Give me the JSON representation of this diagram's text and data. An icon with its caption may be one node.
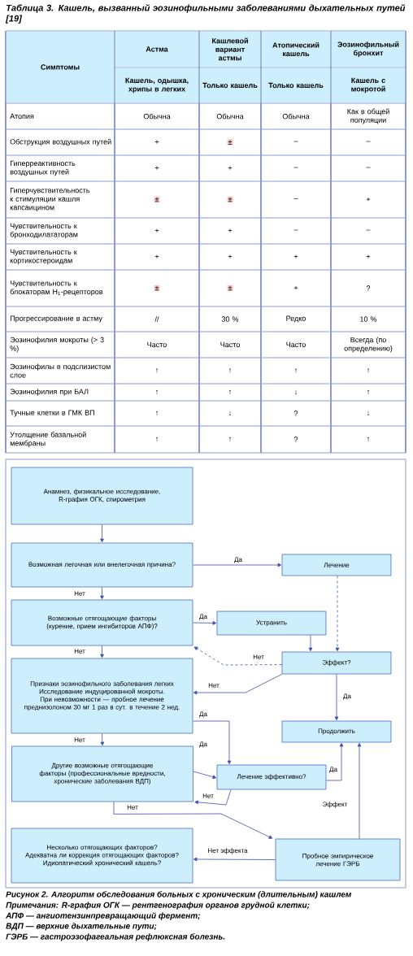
{
  "diagram": {
    "title": "Таблица 3. Кашель, вызванный эозинофильными заболеваниями дыхательных путей [19]",
    "caption": "Рисунок 2. Алгоритм обследования больных с хроническим (длительным) кашлем",
    "nodes": [
      {
        "text": [
          "Анамнез, физикальное исследование, R-графия ОГК, спирометрия"
        ]
      },
      {
        "text": [
          "Возможная легочная или внелегочная причина?"
        ]
      },
      {
        "text": [
          "Лечение"
        ]
      },
      {
        "text": [
          "Возможные отягощающие факторы (курение, прием ингибиторов АПФ)?"
        ]
      },
      {
        "text": [
          "Устранить"
        ]
      },
      {
        "text": [
          "Эффект?"
        ]
      },
      {
        "text": [
          "Признаки эозинофильного заболевания легких",
          "Исследование индуцированной мокроты. При невозможности — пробное лечение преднизолоном 30 мг 1 раз в сут. в течение 2 нед."
        ]
      },
      {
        "text": [
          "Продолжить"
        ]
      },
      {
        "text": [
          "Другие возможные отягощающие факторы (профессиональные вредности, хронические заболевания ВДП)"
        ]
      },
      {
        "text": [
          "Лечение эффективно?"
        ]
      },
      {
        "text": [
          "Несколько отягощающих факторов?",
          "Адекватна ли коррекция отягощающих факторов?",
          "Идиопатический хронический кашель?"
        ]
      },
      {
        "text": [
          "Пробное эмпирическое лечение ГЭРБ"
        ]
      }
    ],
    "edges": [
      {
        "from": 0,
        "to": 1,
        "arrow": "to"
      },
      {
        "from": 1,
        "to": 2,
        "arrow": "to",
        "label": "Да"
      },
      {
        "from": 1,
        "to": 3,
        "arrow": "to",
        "label": "Нет"
      },
      {
        "from": 3,
        "to": 4,
        "arrow": "to",
        "label": "Да"
      },
      {
        "from": 4,
        "to": 5,
        "arrow": "to"
      },
      {
        "from": 2,
        "to": 5,
        "arrow": "to",
        "style": "dashed"
      },
      {
        "from": 5,
        "to": 3,
        "arrow": "to",
        "style": "dashed",
        "label": "Нет"
      },
      {
        "from": 5,
        "to": 6,
        "arrow": "to",
        "label": "Нет"
      },
      {
        "from": 5,
        "to": 7,
        "arrow": "to",
        "label": "Да"
      },
      {
        "from": 3,
        "to": 6,
        "arrow": "to",
        "label": "Нет"
      },
      {
        "from": 6,
        "to": 9,
        "arrow": "to",
        "label": "Да"
      },
      {
        "from": 6,
        "to": 8,
        "arrow": "to",
        "label": "Нет"
      },
      {
        "from": 8,
        "to": 9,
        "arrow": "to",
        "label": "Да"
      },
      {
        "from": 9,
        "to": 8,
        "arrow": "to",
        "label": "Нет"
      },
      {
        "from": 9,
        "to": 7,
        "arrow": "to",
        "label": "Да"
      },
      {
        "from": 8,
        "to": 11,
        "arrow": "to",
        "label": "Нет"
      },
      {
        "from": 11,
        "to": 7,
        "arrow": "to",
        "label": "Эффект"
      },
      {
        "from": 11,
        "to": 10,
        "arrow": "to",
        "label": "Нет эффекта"
      }
    ],
    "labels": [
      "Симптомы",
      "Астма",
      "Кашлевой вариант астмы",
      "Атопический кашель",
      "Эозинофильный бронхит",
      "Кашель, одышка, хрипы в легких",
      "Только кашель",
      "Только кашель",
      "Кашель с мокротой",
      "Атопия",
      "Обычна",
      "Обычна",
      "Обычна",
      "Как в общей популяции",
      "Обструкция воздушных путей",
      "+",
      "±",
      "–",
      "–",
      "Гиперреактивность воздушных путей",
      "+",
      "+",
      "–",
      "–",
      "Гиперчувствительность к стимуляции кашля капсаицином",
      "±",
      "±",
      "–",
      "+",
      "Чувствительность к бронходилататорам",
      "+",
      "+",
      "–",
      "–",
      "Чувствительность к кортикостероидам",
      "+",
      "+",
      "+",
      "+",
      "Чувствительность к блокаторам H$_{1}$-рецепторов",
      "±",
      "±",
      "+",
      "?",
      "Прогрессирование в астму",
      "//",
      "30 %",
      "Редко",
      "10 %",
      "Эозинофилия мокроты (> 3 %)",
      "Часто",
      "Часто",
      "Часто",
      "Всегда (по определению)",
      "Эозинофилы в подслизистом слое",
      "↑",
      "↑",
      "↑",
      "↑",
      "Эозинофилия при БАЛ",
      "↑",
      "↑",
      "↓",
      "↑",
      "Тучные клетки в ГМК ВП",
      "↑",
      "↓",
      "?",
      "↓",
      "Утолщение базальной мембраны",
      "↑",
      "↑",
      "?",
      "↑",
      "Примечания: R-графия ОГК — рентгенография органов грудной клетки;",
      "АПФ — ангиотензинпревращающий фермент;",
      "ВДП — верхние дыхательные пути;",
      "ГЭРБ — гастроэзофагеальная рефлюксная болезнь."
    ]
  }
}
